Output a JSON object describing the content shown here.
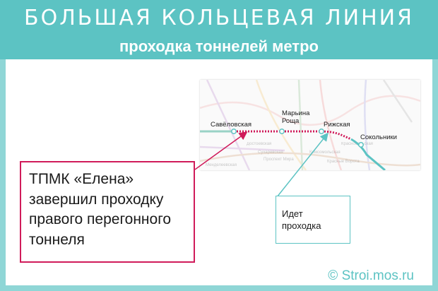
{
  "header": {
    "title": "БОЛЬШАЯ КОЛЬЦЕВАЯ ЛИНИЯ",
    "subtitle": "проходка тоннелей метро",
    "background_color": "#5cc3c3"
  },
  "map": {
    "stations": {
      "savelovskaya": "Савёловская",
      "maryina_line1": "Марьина",
      "maryina_line2": "Роща",
      "rizhskaya": "Рижская",
      "sokolniki": "Сокольники"
    },
    "faded_labels": [
      "Достоевская",
      "Сухаревская",
      "Проспект Мира",
      "Комсомольская",
      "Красные Ворота",
      "Менделеевская",
      "Красносельская"
    ],
    "route_color": "#d01b5a",
    "ring_color": "#5cc3c3"
  },
  "callout": {
    "line1": "ТПМК «Елена»",
    "line2": "завершил проходку",
    "line3": "правого перегонного",
    "line4": "тоннеля",
    "border_color": "#d01b5a"
  },
  "note": {
    "line1": "Идет",
    "line2": "проходка",
    "border_color": "#5cc3c3"
  },
  "credit": "© Stroi.mos.ru"
}
